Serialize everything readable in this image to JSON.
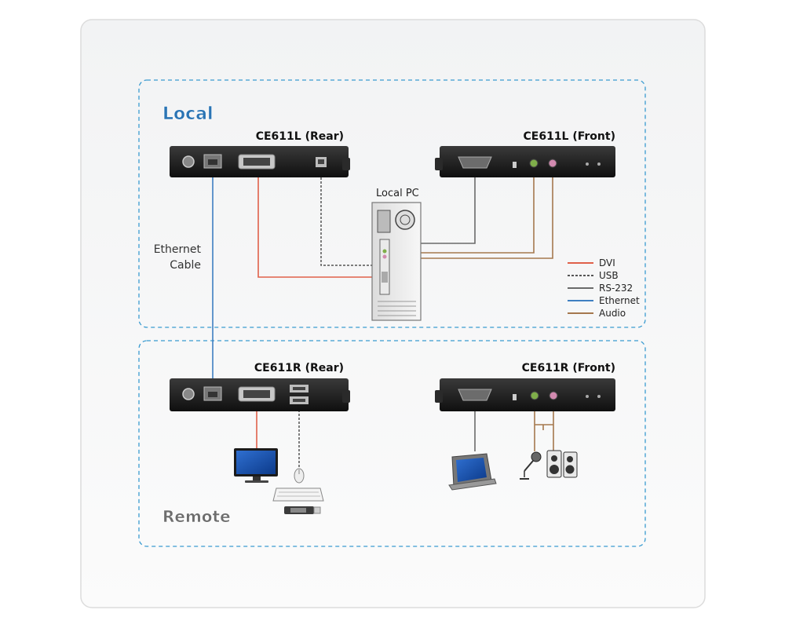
{
  "colors": {
    "dvi": "#e0604a",
    "usb": "#555555",
    "rs232": "#6a6a6a",
    "ethernet": "#3e7fc1",
    "audio": "#a5784e",
    "zone_border": "#3a9bd0",
    "zone_title": "#2a74b4"
  },
  "zones": {
    "local": {
      "title": "Local"
    },
    "remote": {
      "title": "Remote"
    }
  },
  "devices": {
    "local_rear": {
      "label": "CE611L (Rear)"
    },
    "local_front": {
      "label": "CE611L (Front)"
    },
    "remote_rear": {
      "label": "CE611R (Rear)"
    },
    "remote_front": {
      "label": "CE611R (Front)"
    },
    "local_pc": {
      "label": "Local PC"
    }
  },
  "cable_label": {
    "line1": "Ethernet",
    "line2": "Cable"
  },
  "legend": [
    {
      "key": "dvi",
      "label": "DVI",
      "style": "solid"
    },
    {
      "key": "usb",
      "label": "USB",
      "style": "dashed"
    },
    {
      "key": "rs232",
      "label": "RS-232",
      "style": "solid"
    },
    {
      "key": "ethernet",
      "label": "Ethernet",
      "style": "solid"
    },
    {
      "key": "audio",
      "label": "Audio",
      "style": "solid"
    }
  ]
}
